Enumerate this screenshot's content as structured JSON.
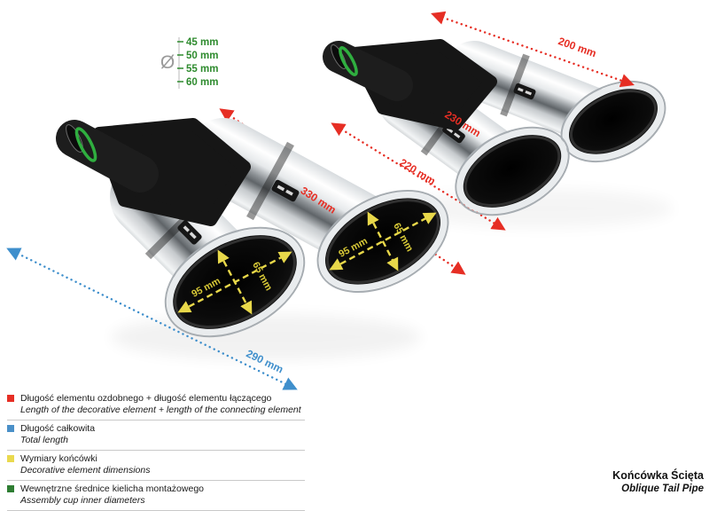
{
  "diameters": {
    "symbol": "Ø",
    "values": [
      "45 mm",
      "50 mm",
      "55 mm",
      "60 mm"
    ],
    "color": "#2e8b2e"
  },
  "dimensions": {
    "red_color": "#e62e24",
    "blue_color": "#3f8fcc",
    "yellow_color": "#e8d84a",
    "red_total_right": "200 mm",
    "red_rear": "230 mm",
    "red_mid": "220 mm",
    "red_front": "330 mm",
    "blue_total": "290 mm",
    "tip_width": "95 mm",
    "tip_height": "65 mm"
  },
  "legend": {
    "items": [
      {
        "color": "#e62e24",
        "pl": "Długość elementu ozdobnego + długość elementu łączącego",
        "en": "Length of the decorative element + length of the connecting element"
      },
      {
        "color": "#4a90c8",
        "pl": "Długość całkowita",
        "en": "Total length"
      },
      {
        "color": "#ead94e",
        "pl": "Wymiary końcówki",
        "en": "Decorative element dimensions"
      },
      {
        "color": "#2e7d32",
        "pl": "Wewnętrzne średnice kielicha montażowego",
        "en": "Assembly cup inner diameters"
      }
    ]
  },
  "footer": {
    "title_pl": "Końcówka Ścięta",
    "title_en": "Oblique Tail Pipe"
  }
}
